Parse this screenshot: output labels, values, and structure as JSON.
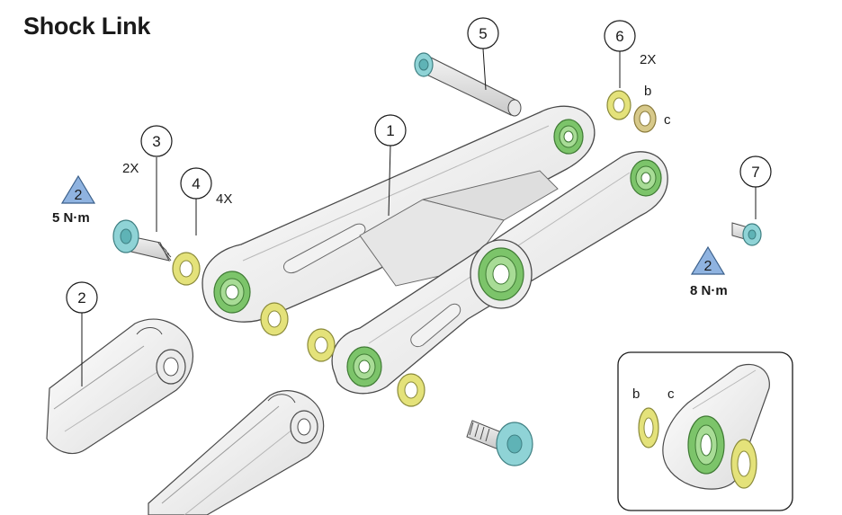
{
  "title": "Shock Link",
  "callouts": {
    "c1": "1",
    "c2": "2",
    "c3": "3",
    "c4": "4",
    "c5": "5",
    "c6": "6",
    "c7": "7"
  },
  "quantities": {
    "q3": "2X",
    "q4": "4X",
    "q6": "2X"
  },
  "sub_labels": {
    "b_top": "b",
    "c_top": "c",
    "b_inset": "b",
    "c_inset": "c"
  },
  "torque_specs": [
    {
      "ref": "2",
      "value": "5 N·m"
    },
    {
      "ref": "2",
      "value": "8 N·m"
    }
  ],
  "colors": {
    "bearing_green": "#7cc46a",
    "washer_yellow": "#e4e27a",
    "bolt_teal": "#8fd3d6",
    "torque_triangle": "#8fb3e0",
    "outline": "#4a4a4a"
  }
}
